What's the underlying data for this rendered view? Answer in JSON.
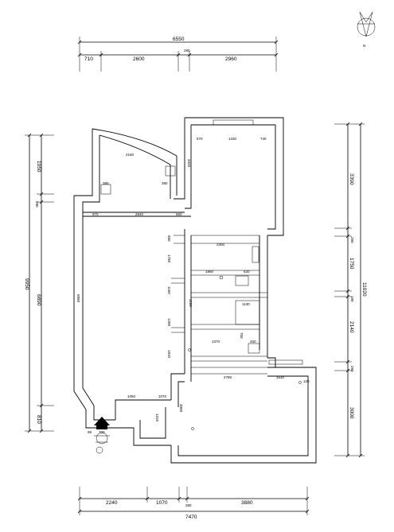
{
  "north": {
    "label": "N"
  },
  "top_dims": {
    "overall": "6550",
    "a": "710",
    "b": "2600",
    "c": "280",
    "d": "2960"
  },
  "bottom_dims": {
    "overall": "7470",
    "a": "2240",
    "b": "1070",
    "c": "280",
    "d": "3880"
  },
  "left_dims": {
    "overall": "9950",
    "a": "1950",
    "b": "280",
    "c": "6890",
    "d": "810"
  },
  "right_dims": {
    "overall": "11020",
    "a": "3390",
    "b": "280",
    "c": "1750",
    "d": "180",
    "e": "2140",
    "f": "280",
    "g": "3000"
  },
  "interior": {
    "top_room_a": "570",
    "top_room_b": "1330",
    "top_room_c": "740",
    "arc": "2160",
    "small_a": "380",
    "small_b": "380",
    "room_right_v": "3320",
    "row_a": "970",
    "row_b": "2840",
    "row_c": "560",
    "mid_a": "2400",
    "mid_b": "1860",
    "mid_c": "520",
    "mid_v1": "650",
    "mid_v2": "1750",
    "mid_v3": "1160",
    "mid_v4": "1200",
    "mid_v5": "1810",
    "mid_v6": "1160",
    "hall_v": "6890",
    "k1": "1370",
    "k2": "1130",
    "k3": "450",
    "k4": "750",
    "low_a": "2780",
    "low_b": "1630",
    "low_c": "120",
    "bot_a": "1050",
    "bot_b": "1070",
    "bot_c": "1310",
    "bot_d": "700",
    "entry": "99",
    "entry_b": "3000"
  }
}
